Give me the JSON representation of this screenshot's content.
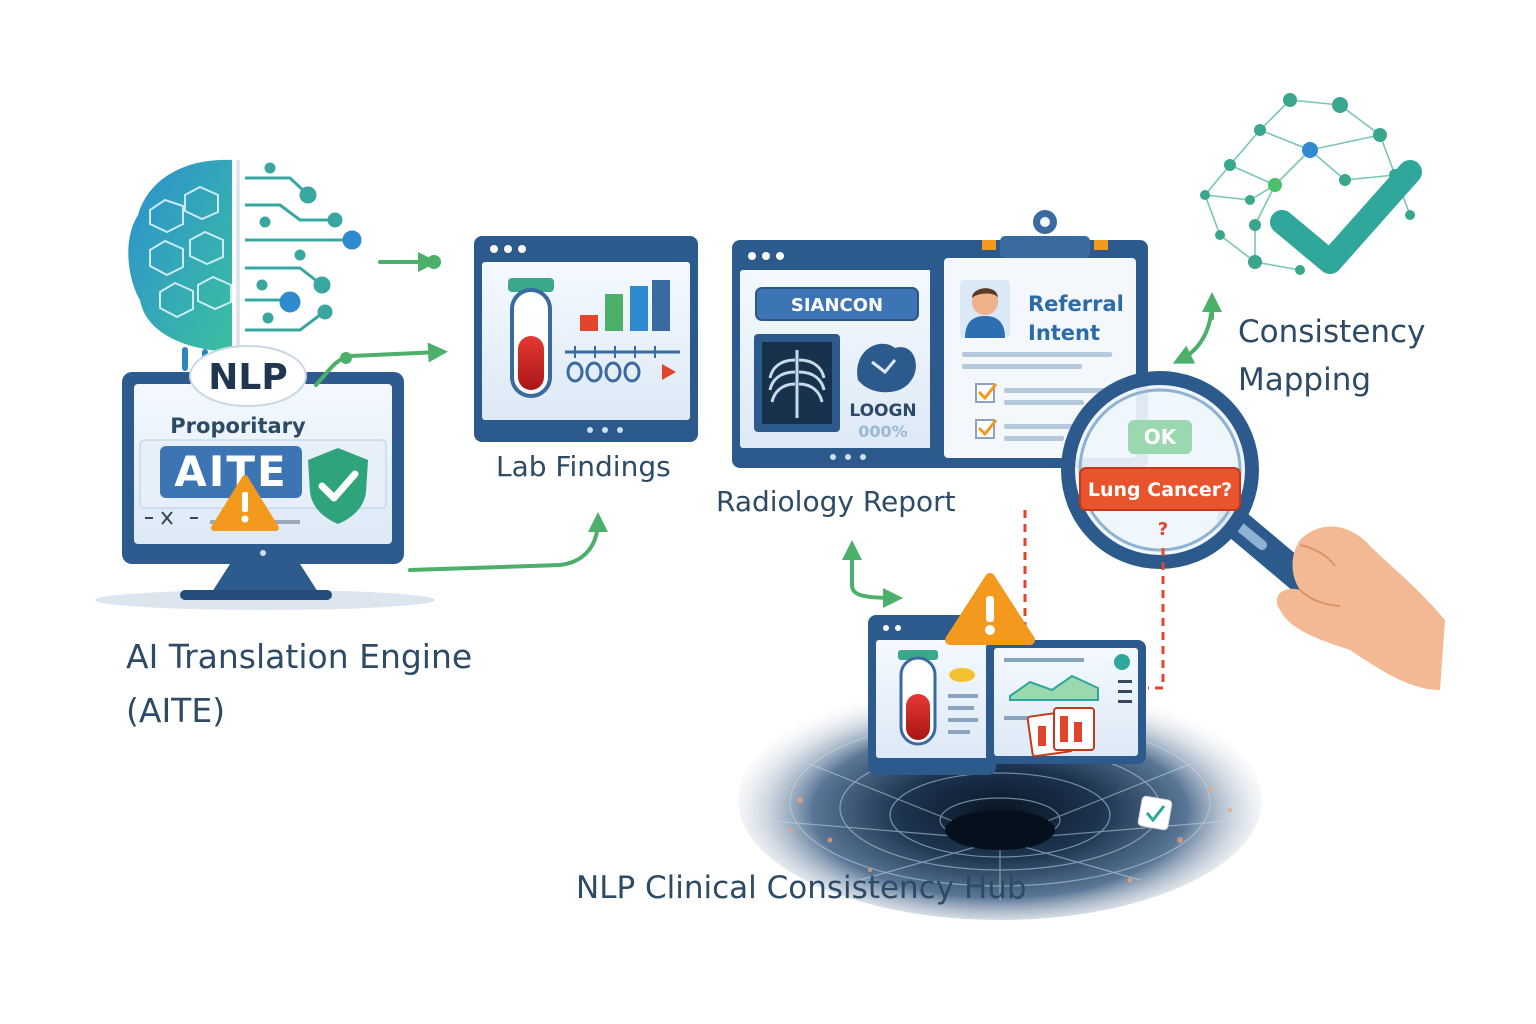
{
  "aite": {
    "nlp_badge": "NLP",
    "subtitle": "Proporitary",
    "logo": "AITE",
    "caption_line1": "AI Translation Engine",
    "caption_line2": "(AITE)"
  },
  "lab": {
    "caption": "Lab Findings"
  },
  "radiology": {
    "header_button": "SIANCON",
    "image_label": "LOOGN",
    "image_value": "000%",
    "caption": "Radiology Report"
  },
  "referral": {
    "title_line1": "Referral",
    "title_line2": "Intent"
  },
  "magnifier": {
    "ok_chip": "OK",
    "alert_chip": "Lung Cancer?"
  },
  "mapping": {
    "caption_line1": "Consistency",
    "caption_line2": "Mapping"
  },
  "hub": {
    "caption": "NLP Clinical Consistency Hub"
  },
  "colors": {
    "navy": "#2d4b66",
    "frame_blue": "#3a6aa0",
    "flow_green": "#4caf6a",
    "teal": "#2fa79a",
    "warning_orange": "#f39a1e",
    "alert_red": "#e2452d"
  },
  "icons": [
    "brain-icon",
    "circuit-icon",
    "monitor-icon",
    "shield-check-icon",
    "warning-icon",
    "test-tube-icon",
    "bar-chart-icon",
    "xray-icon",
    "doctor-avatar-icon",
    "clipboard-icon",
    "magnifier-icon",
    "hand-icon",
    "network-check-icon",
    "vortex-icon"
  ]
}
